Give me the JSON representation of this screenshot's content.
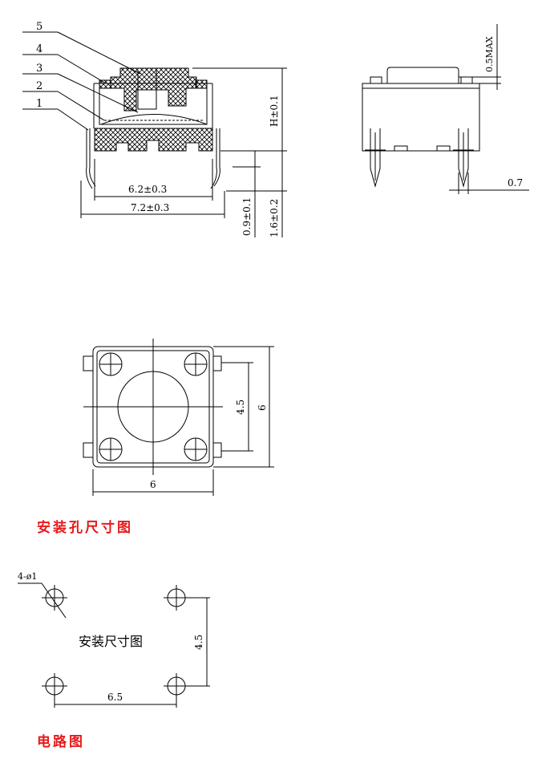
{
  "colors": {
    "line": "#000000",
    "heading": "#e8191b",
    "hatch": "#000000"
  },
  "side_view": {
    "callouts": [
      "5",
      "4",
      "3",
      "2",
      "1"
    ],
    "dim_inner_width": "6.2±0.3",
    "dim_outer_width": "7.2±0.3",
    "dim_height": "H±0.1",
    "dim_lead_offset": "0.9±0.1",
    "dim_lead_length": "1.6±0.2"
  },
  "end_view": {
    "dim_cap_max": "0.5MAX",
    "dim_lead_thickness": "0.7"
  },
  "top_view": {
    "dim_hole_spacing": "4.5",
    "dim_body_height": "6",
    "dim_body_width": "6"
  },
  "headings": {
    "mount_holes": "安装孔尺寸图",
    "circuit": "电路图"
  },
  "pcb_layout": {
    "hole_note": "4-ø1",
    "center_label": "安装尺寸图",
    "dim_vertical": "4.5",
    "dim_horizontal": "6.5"
  }
}
